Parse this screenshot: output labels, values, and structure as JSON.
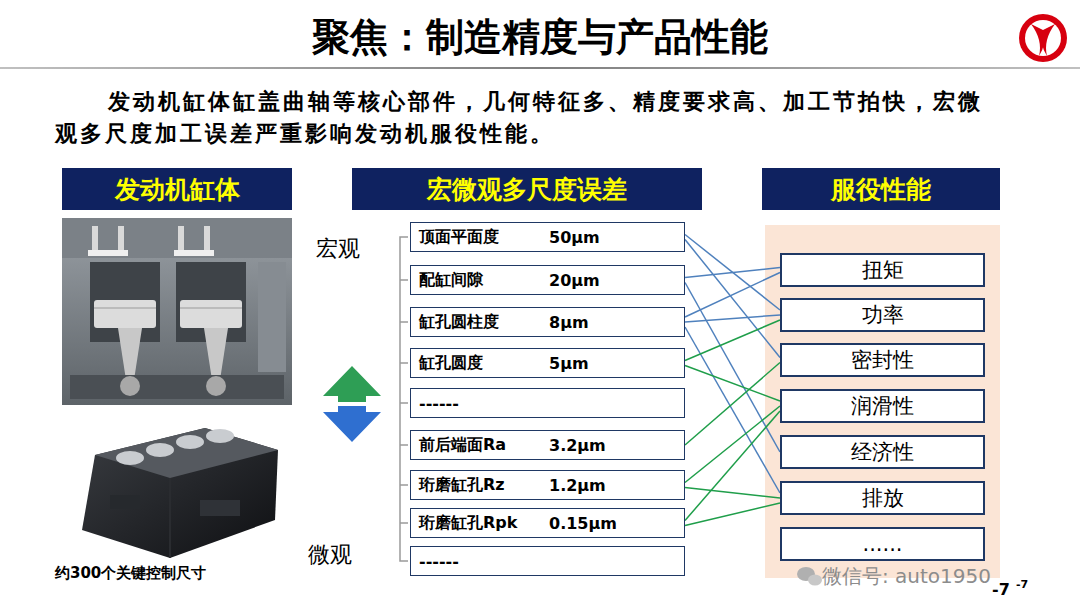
{
  "diagram": {
    "title": "聚焦：制造精度与产品性能",
    "nodes": [
      {
        "text": [
          "发动机缸体"
        ]
      },
      {
        "text": [
          "宏微观多尺度误差"
        ]
      },
      {
        "text": [
          "服役性能"
        ]
      },
      {
        "text": [
          "顶面平面度",
          "50μm"
        ]
      },
      {
        "text": [
          "配缸间隙",
          "20μm"
        ]
      },
      {
        "text": [
          "缸孔圆柱度",
          "8μm"
        ]
      },
      {
        "text": [
          "缸孔圆度",
          "5μm"
        ]
      },
      {
        "text": [
          "------"
        ]
      },
      {
        "text": [
          "前后端面Ra",
          "3.2μm"
        ]
      },
      {
        "text": [
          "珩磨缸孔Rz",
          "1.2μm"
        ]
      },
      {
        "text": [
          "珩磨缸孔Rpk",
          "0.15μm"
        ]
      },
      {
        "text": [
          "------"
        ]
      },
      {
        "text": [
          "扭矩"
        ]
      },
      {
        "text": [
          "功率"
        ]
      },
      {
        "text": [
          "密封性"
        ]
      },
      {
        "text": [
          "润滑性"
        ]
      },
      {
        "text": [
          "经济性"
        ]
      },
      {
        "text": [
          "排放"
        ]
      },
      {
        "text": [
          "......"
        ]
      }
    ],
    "edges": [
      {
        "from": 3,
        "to": 13,
        "arrow": "none"
      },
      {
        "from": 3,
        "to": 14,
        "arrow": "none"
      },
      {
        "from": 4,
        "to": 12,
        "arrow": "none"
      },
      {
        "from": 4,
        "to": 16,
        "arrow": "none"
      },
      {
        "from": 5,
        "to": 12,
        "arrow": "none"
      },
      {
        "from": 5,
        "to": 13,
        "arrow": "none"
      },
      {
        "from": 5,
        "to": 17,
        "arrow": "none"
      },
      {
        "from": 6,
        "to": 13,
        "arrow": "none"
      },
      {
        "from": 6,
        "to": 15,
        "arrow": "none"
      },
      {
        "from": 8,
        "to": 14,
        "arrow": "none"
      },
      {
        "from": 9,
        "to": 15,
        "arrow": "none"
      },
      {
        "from": 9,
        "to": 17,
        "arrow": "none"
      },
      {
        "from": 10,
        "to": 15,
        "arrow": "none"
      },
      {
        "from": 10,
        "to": 17,
        "arrow": "none"
      }
    ],
    "labels": [
      "发动机缸体缸盖曲轴等核心部件，几何特征多、精度要求高、加工节拍快，宏微观多尺度加工误差严重影响发动机服役性能。",
      "宏观",
      "微观",
      "约300个关键控制尺寸",
      "微信号: auto1950",
      "-7",
      "-7"
    ]
  }
}
